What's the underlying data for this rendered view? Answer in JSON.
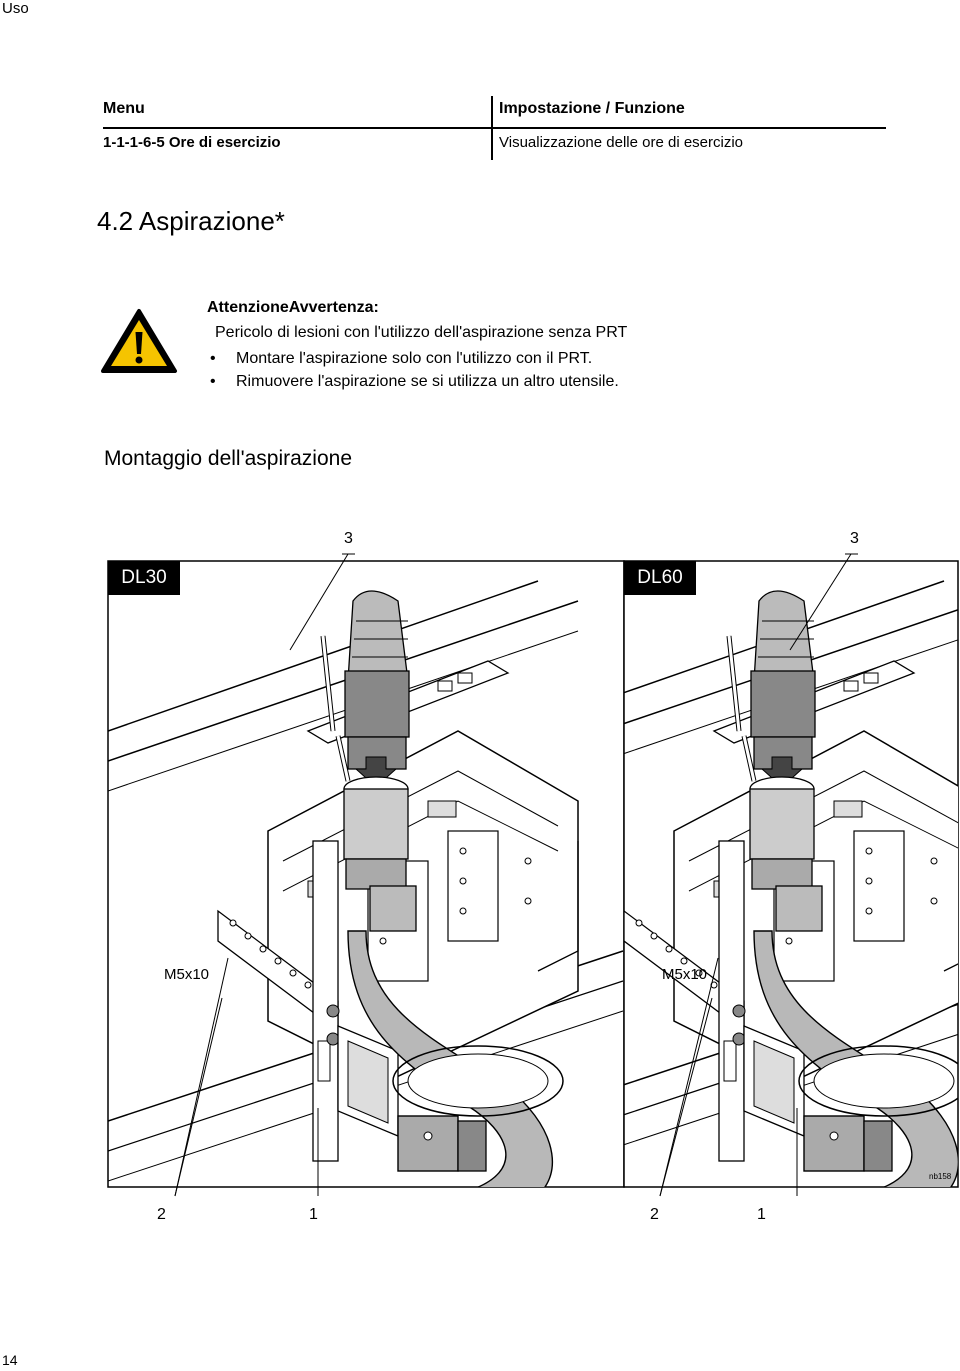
{
  "header": {
    "running_head": "Uso"
  },
  "menu_table": {
    "col_menu": "Menu",
    "col_setting": "Impostazione / Funzione",
    "row_menu": "1-1-1-6-5 Ore di esercizio",
    "row_setting": "Visualizzazione delle ore di esercizio"
  },
  "section": {
    "title": "4.2 Aspirazione*"
  },
  "warning": {
    "icon": "warning-triangle-icon",
    "heading": "AttenzioneAvvertenza:",
    "line": "Pericolo di lesioni con l'utilizzo dell'aspirazione senza PRT",
    "bullet": "•",
    "items": [
      "Montare l'aspirazione solo con l'utilizzo con il PRT.",
      "Rimuovere l'aspirazione se si utilizza un altro utensile."
    ]
  },
  "subsection": {
    "title": "Montaggio dell'aspirazione"
  },
  "figure": {
    "left_tag": "DL30",
    "right_tag": "DL60",
    "left_callouts": {
      "top": "3",
      "bottom_a": "2",
      "bottom_b": "1",
      "screw": "M5x10"
    },
    "right_callouts": {
      "top": "3",
      "bottom_a": "2",
      "bottom_b": "1",
      "screw": "M5x10"
    },
    "code": "nb158"
  },
  "footer": {
    "page_number": "14"
  },
  "colors": {
    "warning_yellow": "#f5c400",
    "ink": "#000000",
    "hose_gray": "#b8b8b8"
  }
}
